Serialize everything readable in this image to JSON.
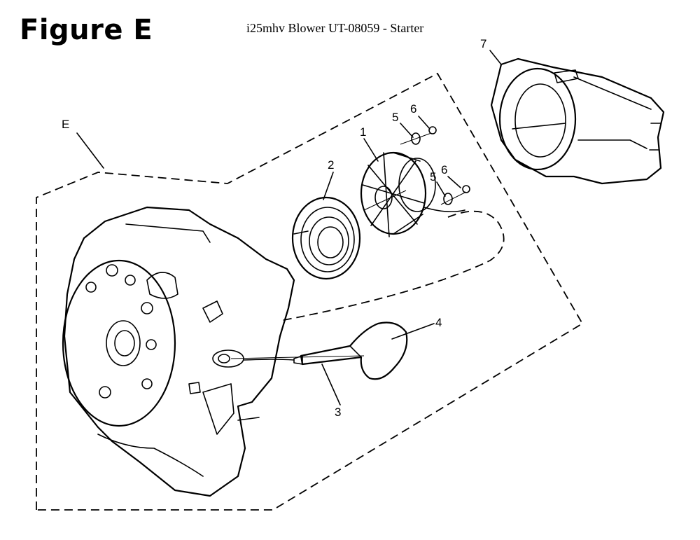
{
  "header": {
    "figure_title": "Figure E",
    "subtitle": "i25mhv Blower UT-08059 - Starter"
  },
  "callouts": {
    "assembly": "E",
    "part_1": "1",
    "part_2": "2",
    "part_3": "3",
    "part_4": "4",
    "part_5a": "5",
    "part_6a": "6",
    "part_5b": "5",
    "part_6b": "6",
    "part_7": "7"
  }
}
